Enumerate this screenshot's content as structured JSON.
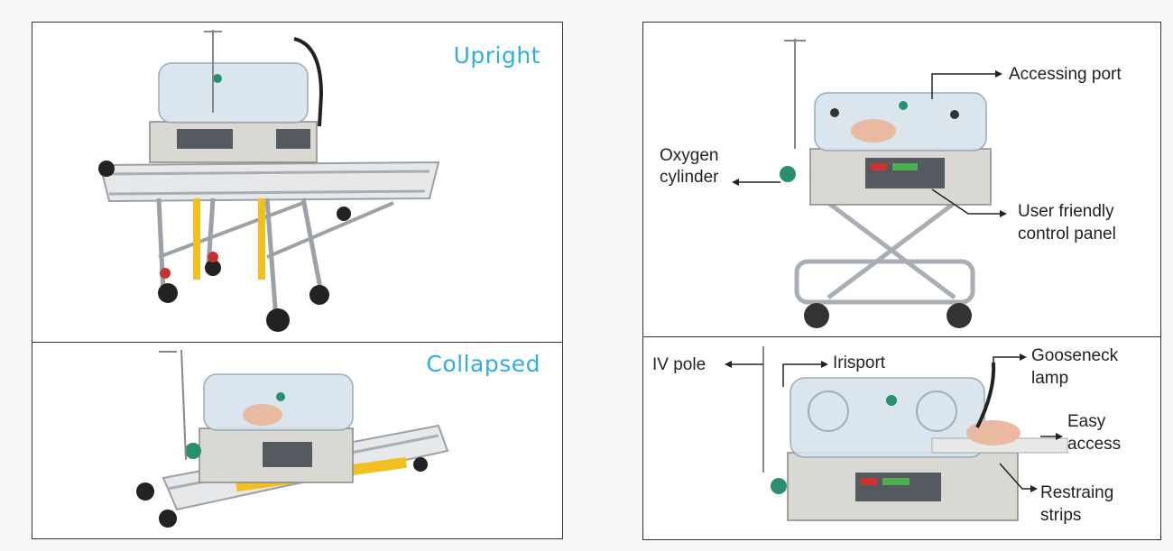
{
  "left": {
    "upright_label": "Upright",
    "collapsed_label": "Collapsed"
  },
  "right": {
    "labels": {
      "accessing_port": "Accessing port",
      "oxygen_line1": "Oxygen",
      "oxygen_line2": "cylinder",
      "control_line1": "User friendly",
      "control_line2": "control panel",
      "iv_pole": "IV pole",
      "irisport": "Irisport",
      "gooseneck_line1": "Gooseneck",
      "gooseneck_line2": "lamp",
      "easy_line1": "Easy",
      "easy_line2": "access",
      "restraining_line1": "Restraing",
      "restraining_line2": "strips"
    }
  },
  "colors": {
    "accent": "#2eaee2",
    "hood": "#d7e3ec",
    "base": "#d9d8d2",
    "panel_dark": "#555a61",
    "frame": "#b9bec3",
    "straps": "#f0c020",
    "oxygen": "#2a8f6f",
    "wheels": "#222222",
    "red_knobs": "#c7322e"
  },
  "icons": [
    "arrow-icon"
  ]
}
